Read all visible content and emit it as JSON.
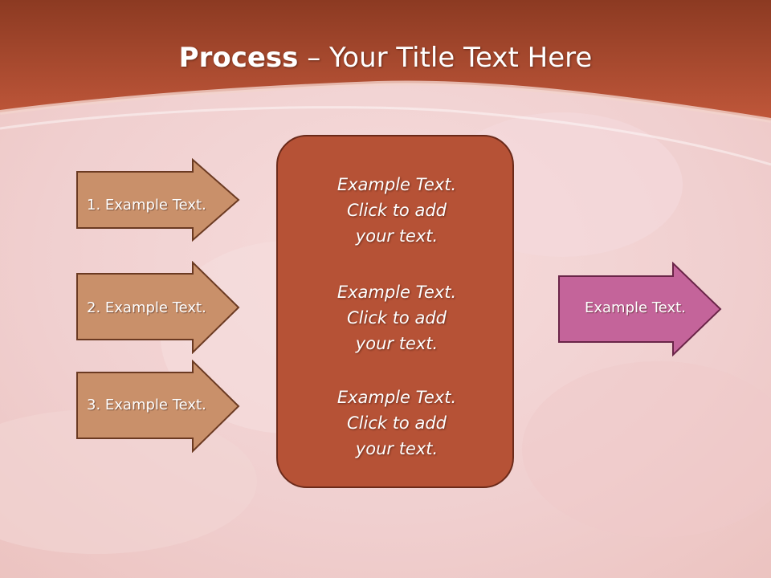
{
  "slide": {
    "title_bold": "Process",
    "title_dash": " – ",
    "title_rest": "Your Title Text Here"
  },
  "inputs": [
    {
      "label": "1. Example Text."
    },
    {
      "label": "2. Example Text."
    },
    {
      "label": "3. Example Text."
    }
  ],
  "center": {
    "blocks": [
      {
        "lines": [
          "Example Text.",
          "Click  to add",
          "your text."
        ]
      },
      {
        "lines": [
          "Example Text.",
          "Click  to add",
          "your text."
        ]
      },
      {
        "lines": [
          "Example Text.",
          "Click  to add",
          "your text."
        ]
      }
    ]
  },
  "output": {
    "label": "Example Text."
  },
  "colors": {
    "header": "#b4502f",
    "input_arrow": "#c9906a",
    "center_box": "#b65236",
    "output_arrow": "#c4649a"
  }
}
